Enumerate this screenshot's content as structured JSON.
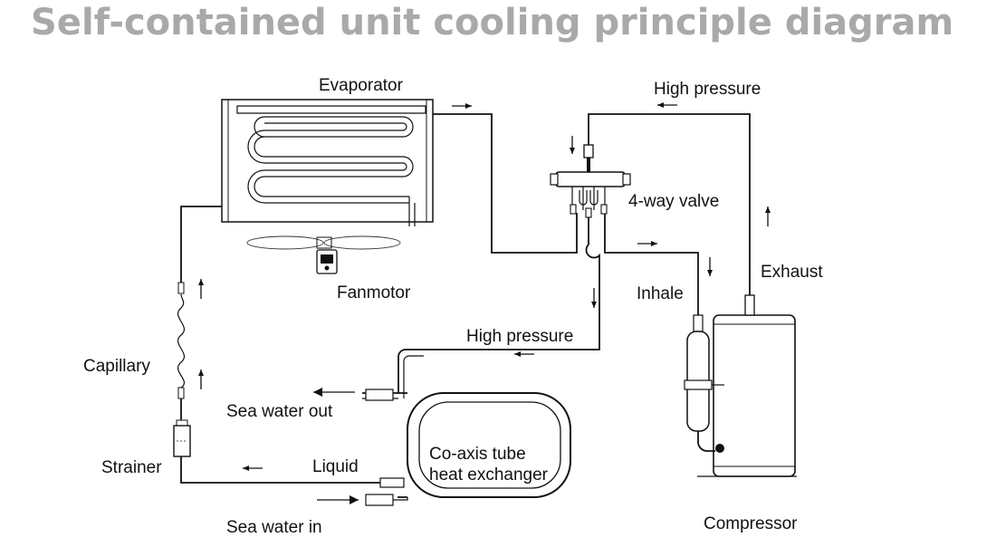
{
  "title": "Self-contained unit cooling principle diagram",
  "labels": {
    "evaporator": "Evaporator",
    "high_pressure_top": "High pressure",
    "four_way_valve": "4-way valve",
    "exhaust": "Exhaust",
    "inhale": "Inhale",
    "fan_motor": "Fanmotor",
    "high_pressure_mid": "High pressure",
    "capillary": "Capillary",
    "sea_water_out": "Sea water out",
    "exchanger_line1": "Co-axis tube",
    "exchanger_line2": "heat exchanger",
    "strainer": "Strainer",
    "liquid": "Liquid",
    "sea_water_in": "Sea water in",
    "compressor": "Compressor"
  }
}
